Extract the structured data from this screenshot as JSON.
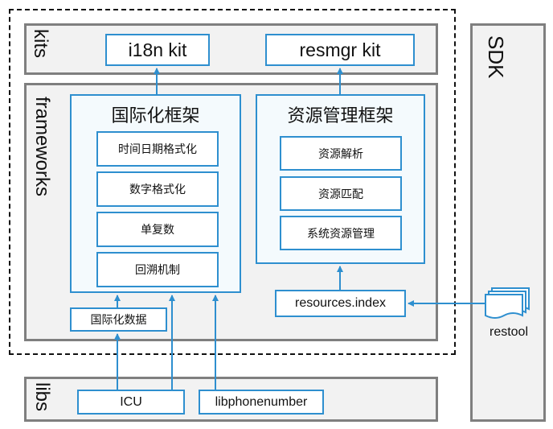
{
  "layers": {
    "kits": "kits",
    "frameworks": "frameworks",
    "libs": "libs",
    "sdk": "SDK"
  },
  "kits": {
    "i18n": "i18n kit",
    "resmgr": "resmgr kit"
  },
  "i18n_framework": {
    "title": "国际化框架",
    "modules": [
      "时间日期格式化",
      "数字格式化",
      "单复数",
      "回溯机制"
    ],
    "data": "国际化数据"
  },
  "resource_framework": {
    "title": "资源管理框架",
    "modules": [
      "资源解析",
      "资源匹配",
      "系统资源管理"
    ],
    "index": "resources.index"
  },
  "libs": {
    "icu": "ICU",
    "libphonenumber": "libphonenumber"
  },
  "sdk": {
    "restool": "restool"
  },
  "colors": {
    "accent": "#2e8fcf",
    "layer_border": "#7f7f7f",
    "layer_fill": "#f2f2f2"
  }
}
